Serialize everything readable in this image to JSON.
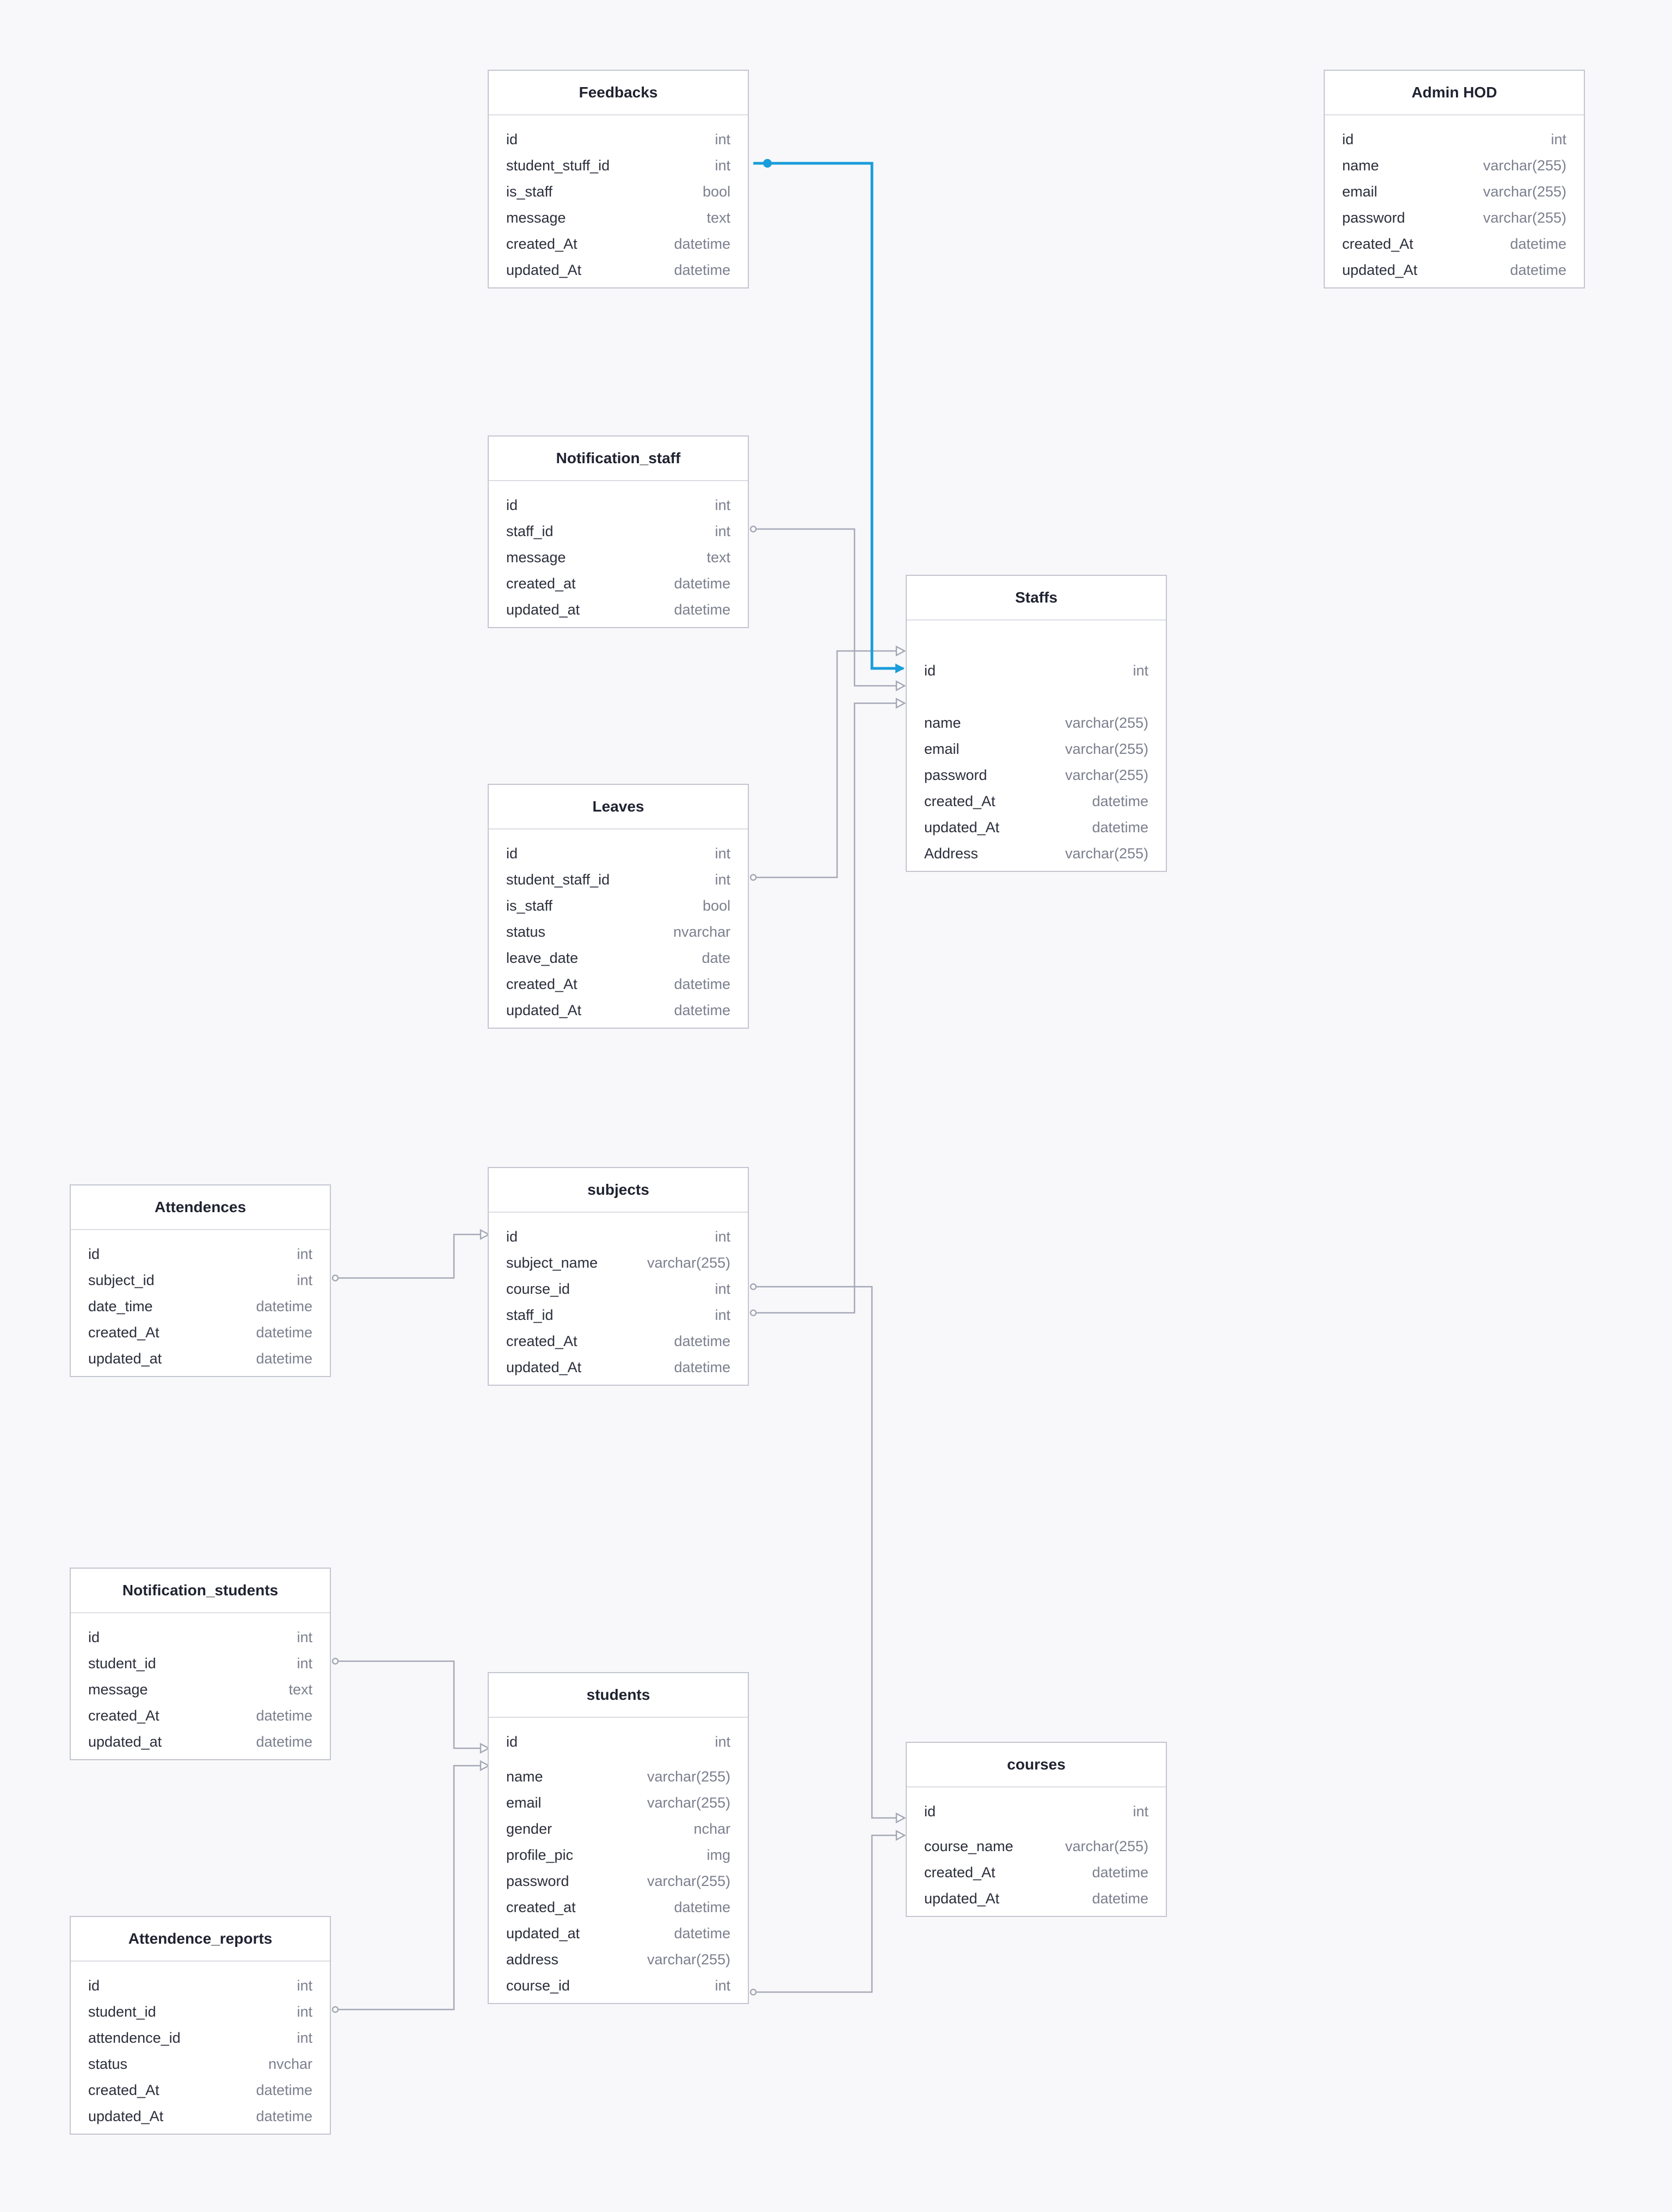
{
  "colors": {
    "connector": "#a5a8b6",
    "highlight": "#1a9ddb"
  },
  "tables": {
    "feedbacks": {
      "title": "Feedbacks",
      "columns": [
        {
          "name": "id",
          "type": "int"
        },
        {
          "name": "student_stuff_id",
          "type": "int"
        },
        {
          "name": "is_staff",
          "type": "bool"
        },
        {
          "name": "message",
          "type": "text"
        },
        {
          "name": "created_At",
          "type": "datetime"
        },
        {
          "name": "updated_At",
          "type": "datetime"
        }
      ]
    },
    "admin_hod": {
      "title": "Admin HOD",
      "columns": [
        {
          "name": "id",
          "type": "int"
        },
        {
          "name": "name",
          "type": "varchar(255)"
        },
        {
          "name": "email",
          "type": "varchar(255)"
        },
        {
          "name": "password",
          "type": "varchar(255)"
        },
        {
          "name": "created_At",
          "type": "datetime"
        },
        {
          "name": "updated_At",
          "type": "datetime"
        }
      ]
    },
    "notification_staff": {
      "title": "Notification_staff",
      "columns": [
        {
          "name": "id",
          "type": "int"
        },
        {
          "name": "staff_id",
          "type": "int"
        },
        {
          "name": "message",
          "type": "text"
        },
        {
          "name": "created_at",
          "type": "datetime"
        },
        {
          "name": "updated_at",
          "type": "datetime"
        }
      ]
    },
    "staffs": {
      "title": "Staffs",
      "columns": [
        {
          "name": "id",
          "type": "int"
        },
        {
          "name": "name",
          "type": "varchar(255)"
        },
        {
          "name": "email",
          "type": "varchar(255)"
        },
        {
          "name": "password",
          "type": "varchar(255)"
        },
        {
          "name": "created_At",
          "type": "datetime"
        },
        {
          "name": "updated_At",
          "type": "datetime"
        },
        {
          "name": "Address",
          "type": "varchar(255)"
        }
      ]
    },
    "leaves": {
      "title": "Leaves",
      "columns": [
        {
          "name": "id",
          "type": "int"
        },
        {
          "name": "student_staff_id",
          "type": "int"
        },
        {
          "name": "is_staff",
          "type": "bool"
        },
        {
          "name": "status",
          "type": "nvarchar"
        },
        {
          "name": "leave_date",
          "type": "date"
        },
        {
          "name": "created_At",
          "type": "datetime"
        },
        {
          "name": "updated_At",
          "type": "datetime"
        }
      ]
    },
    "attendences": {
      "title": "Attendences",
      "columns": [
        {
          "name": "id",
          "type": "int"
        },
        {
          "name": "subject_id",
          "type": "int"
        },
        {
          "name": "date_time",
          "type": "datetime"
        },
        {
          "name": "created_At",
          "type": "datetime"
        },
        {
          "name": "updated_at",
          "type": "datetime"
        }
      ]
    },
    "subjects": {
      "title": "subjects",
      "columns": [
        {
          "name": "id",
          "type": "int"
        },
        {
          "name": "subject_name",
          "type": "varchar(255)"
        },
        {
          "name": "course_id",
          "type": "int"
        },
        {
          "name": "staff_id",
          "type": "int"
        },
        {
          "name": "created_At",
          "type": "datetime"
        },
        {
          "name": "updated_At",
          "type": "datetime"
        }
      ]
    },
    "notification_students": {
      "title": "Notification_students",
      "columns": [
        {
          "name": "id",
          "type": "int"
        },
        {
          "name": "student_id",
          "type": "int"
        },
        {
          "name": "message",
          "type": "text"
        },
        {
          "name": "created_At",
          "type": "datetime"
        },
        {
          "name": "updated_at",
          "type": "datetime"
        }
      ]
    },
    "students": {
      "title": "students",
      "columns": [
        {
          "name": "id",
          "type": "int"
        },
        {
          "name": "name",
          "type": "varchar(255)"
        },
        {
          "name": "email",
          "type": "varchar(255)"
        },
        {
          "name": "gender",
          "type": "nchar"
        },
        {
          "name": "profile_pic",
          "type": "img"
        },
        {
          "name": "password",
          "type": "varchar(255)"
        },
        {
          "name": "created_at",
          "type": "datetime"
        },
        {
          "name": "updated_at",
          "type": "datetime"
        },
        {
          "name": "address",
          "type": "varchar(255)"
        },
        {
          "name": "course_id",
          "type": "int"
        }
      ]
    },
    "courses": {
      "title": "courses",
      "columns": [
        {
          "name": "id",
          "type": "int"
        },
        {
          "name": "course_name",
          "type": "varchar(255)"
        },
        {
          "name": "created_At",
          "type": "datetime"
        },
        {
          "name": "updated_At",
          "type": "datetime"
        }
      ]
    },
    "attendence_reports": {
      "title": "Attendence_reports",
      "columns": [
        {
          "name": "id",
          "type": "int"
        },
        {
          "name": "student_id",
          "type": "int"
        },
        {
          "name": "attendence_id",
          "type": "int"
        },
        {
          "name": "status",
          "type": "nvchar"
        },
        {
          "name": "created_At",
          "type": "datetime"
        },
        {
          "name": "updated_At",
          "type": "datetime"
        }
      ]
    }
  }
}
